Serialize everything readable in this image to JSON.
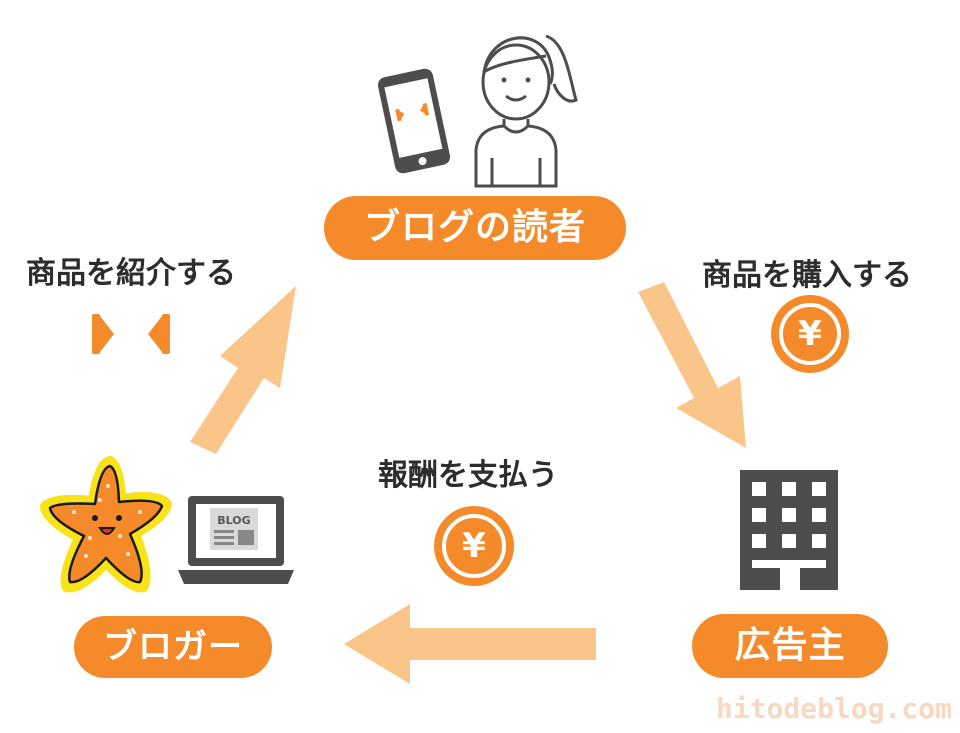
{
  "nodes": {
    "reader": {
      "label": "ブログの読者"
    },
    "blogger": {
      "label": "ブロガー"
    },
    "advertiser": {
      "label": "広告主"
    }
  },
  "steps": {
    "introduce": "商品を紹介する",
    "purchase": "商品を購入する",
    "reward": "報酬を支払う"
  },
  "coin_symbol": "¥",
  "laptop_screen_text": "BLOG",
  "watermark": "hitodeblog.com",
  "colors": {
    "accent": "#f58a2b",
    "arrow": "#f9c589",
    "icon": "#4d4d4d"
  }
}
